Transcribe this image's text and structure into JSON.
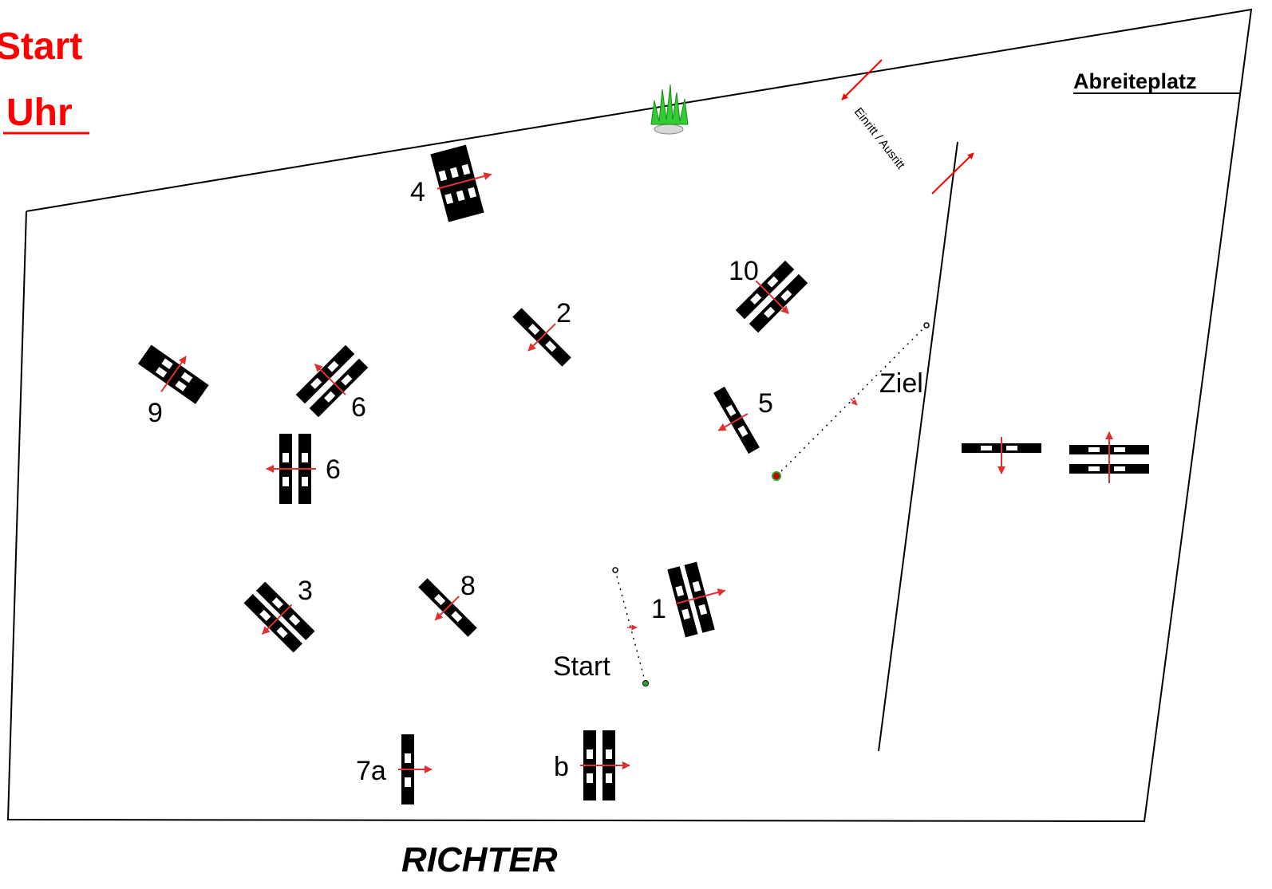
{
  "header": {
    "start_label": "Start",
    "clock_label": "Uhr"
  },
  "warmup_area_label": "Abreiteplatz",
  "judge_label": "RICHTER",
  "entry_label": "Einritt / Ausritt",
  "start_line_label": "Start",
  "finish_line_label": "Ziel",
  "obstacle_labels": {
    "o1": "1",
    "o2": "2",
    "o3": "3",
    "o4": "4",
    "o5": "5",
    "o6a": "6",
    "o6b": "6",
    "o7a": "7a",
    "o7b": "b",
    "o8": "8",
    "o9": "9",
    "o10": "10"
  },
  "colors": {
    "accent": "#ff0000",
    "arrow": "#e03030",
    "rail": "#000000",
    "stripe": "#ffffff",
    "plant": "#33cc33"
  }
}
